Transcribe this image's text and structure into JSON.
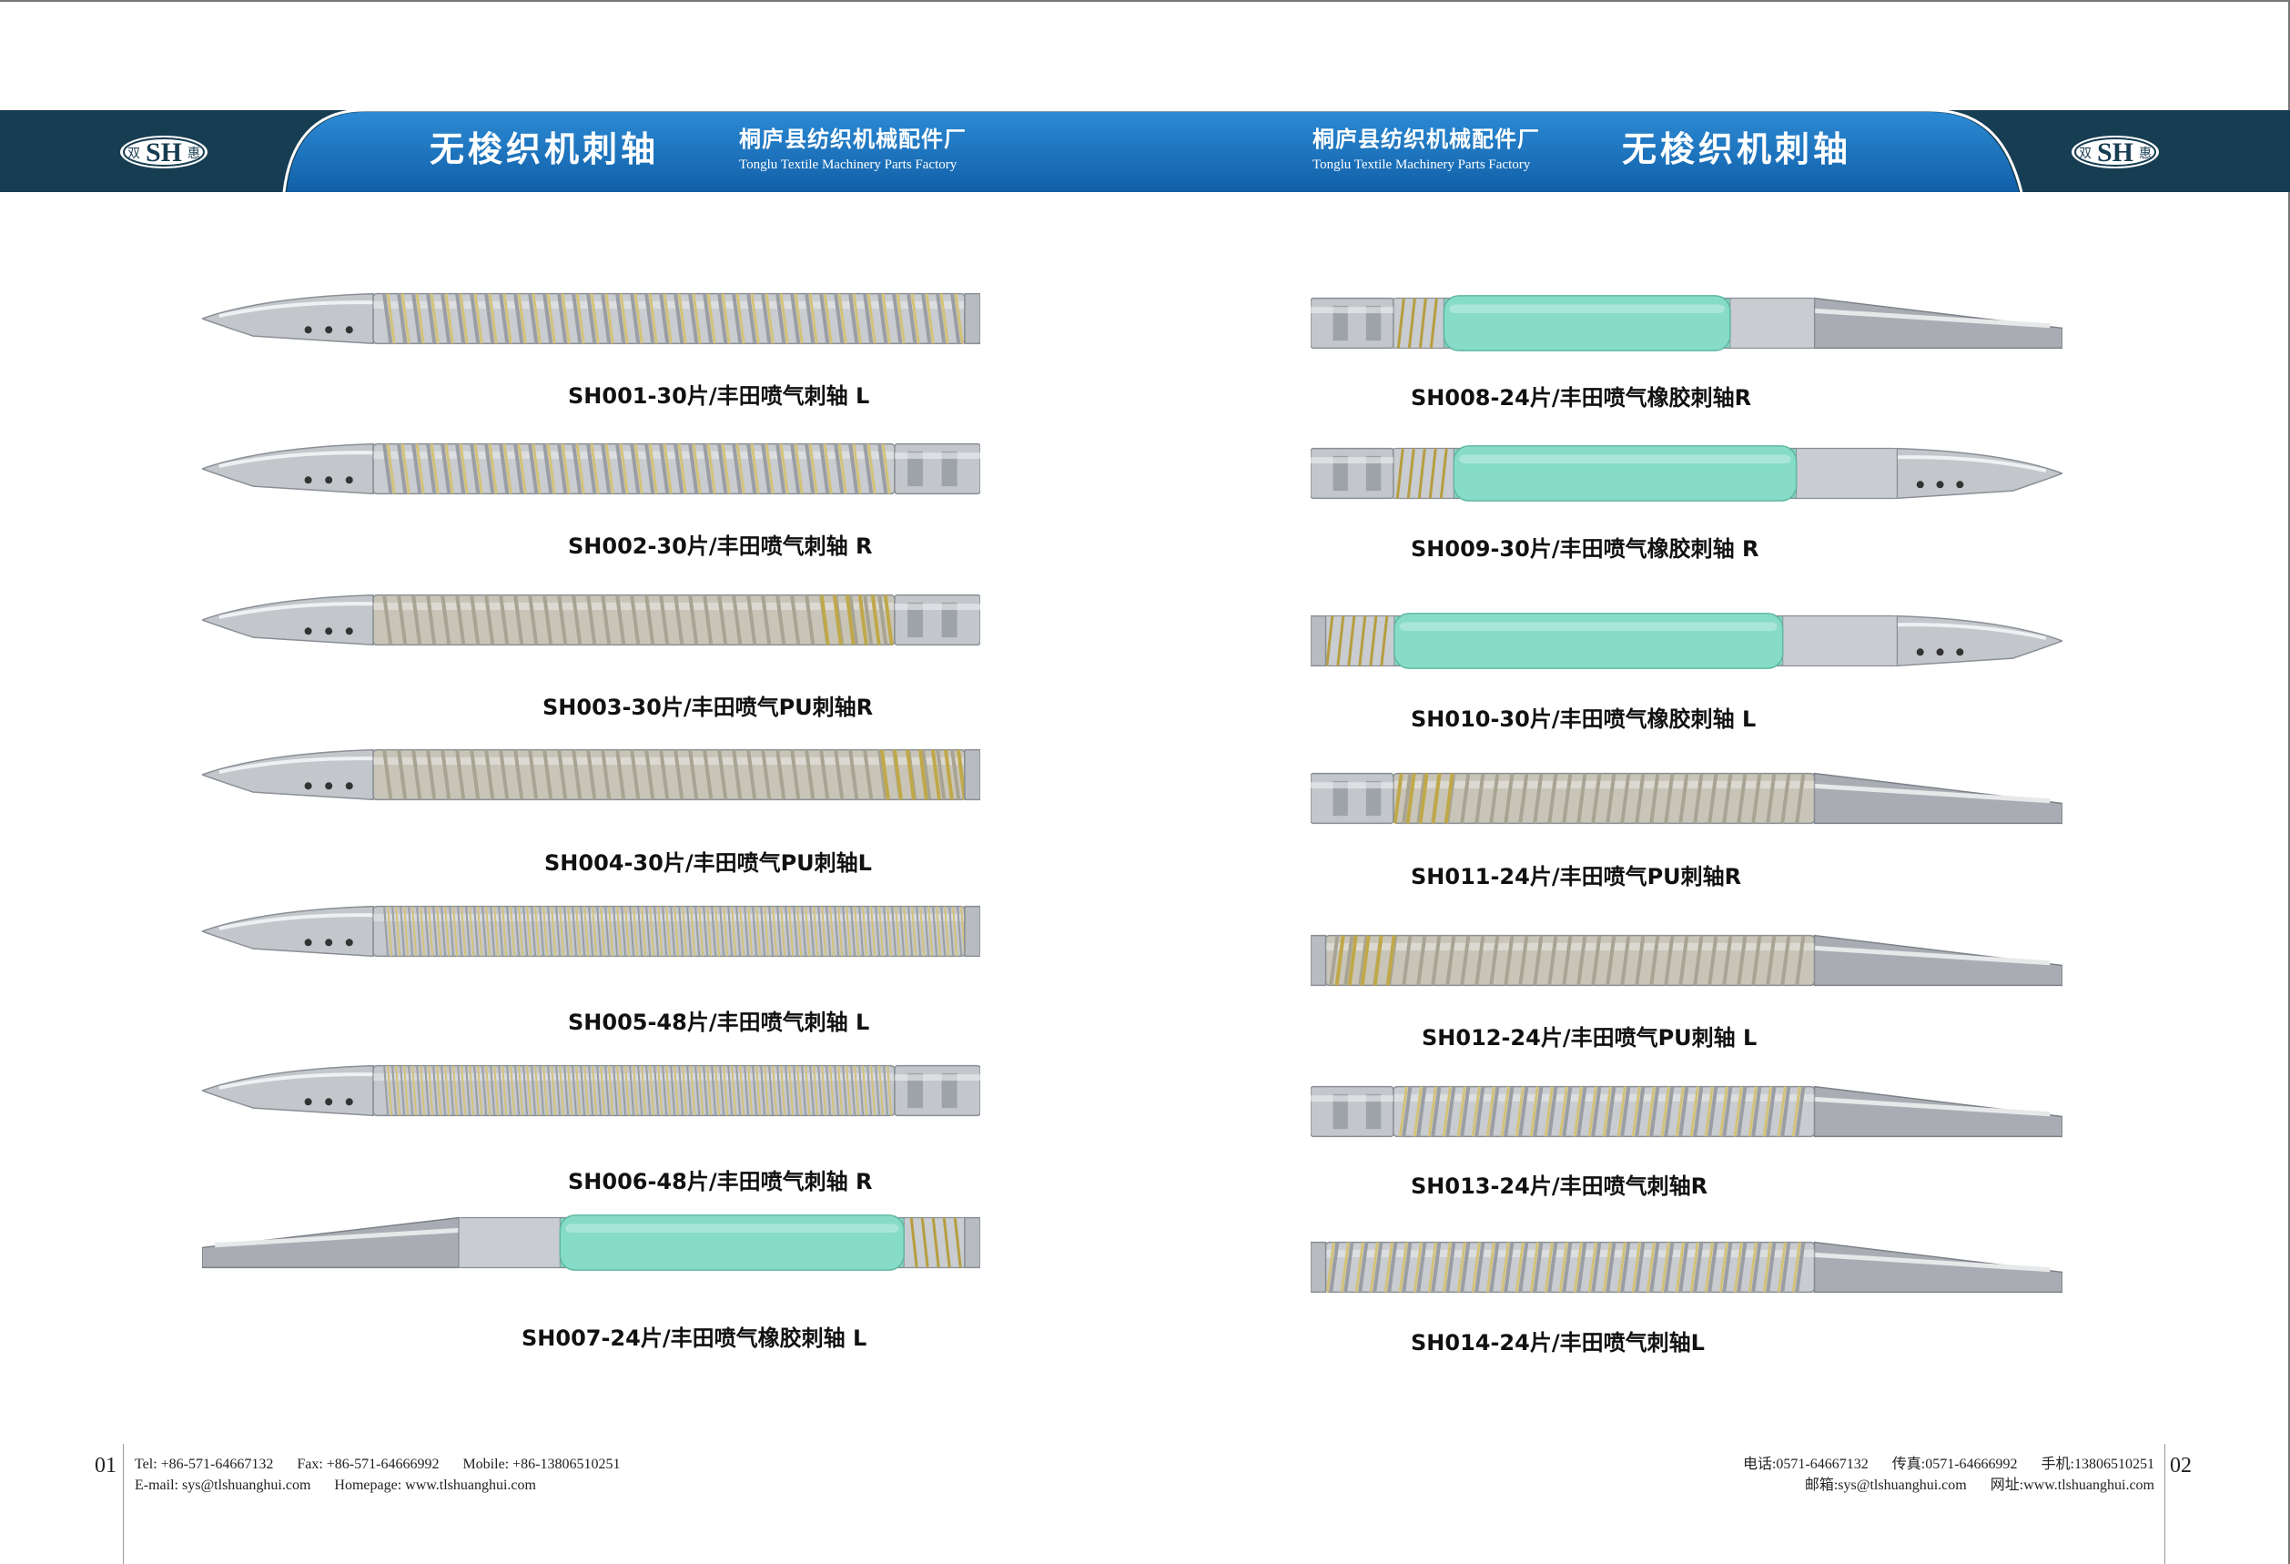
{
  "colors": {
    "header_dark": "#173d52",
    "header_blue": "#1f79c4",
    "rubber": "#7ed9c4",
    "pu": "#c8c5b8",
    "steel": "#c9ccd0",
    "brass": "#d4c27a"
  },
  "header": {
    "logo_text": "SH",
    "logo_left_char": "双",
    "logo_right_char": "惠",
    "title": "无梭织机刺轴",
    "factory_cn": "桐庐县纺织机械配件厂",
    "factory_en": "Tonglu Textile Machinery Parts Factory"
  },
  "left_page": {
    "page_number": "01",
    "footer": {
      "tel": "Tel: +86-571-64667132",
      "fax": "Fax: +86-571-64666992",
      "mobile": "Mobile: +86-13806510251",
      "email": "E-mail: sys@tlshuanghui.com",
      "homepage": "Homepage: www.tlshuanghui.com"
    },
    "products": [
      {
        "code": "SH001",
        "label": "-30片/丰田喷气刺轴 L",
        "tip": "bullet",
        "body": "brass",
        "end": "flat"
      },
      {
        "code": "SH002",
        "label": "-30片/丰田喷气刺轴 R",
        "tip": "bullet",
        "body": "brass",
        "end": "grooved"
      },
      {
        "code": "SH003",
        "label": "-30片/丰田喷气PU刺轴R",
        "tip": "bullet",
        "body": "pu",
        "end": "grooved"
      },
      {
        "code": "SH004",
        "label": "-30片/丰田喷气PU刺轴L",
        "tip": "bullet",
        "body": "pu",
        "end": "flat"
      },
      {
        "code": "SH005",
        "label": "-48片/丰田喷气刺轴 L",
        "tip": "bullet",
        "body": "fine",
        "end": "flat"
      },
      {
        "code": "SH006",
        "label": "-48片/丰田喷气刺轴 R",
        "tip": "bullet",
        "body": "fine",
        "end": "grooved"
      },
      {
        "code": "SH007",
        "label": "-24片/丰田喷气橡胶刺轴 L",
        "tip": "blade",
        "body": "rubber",
        "end": "flat"
      }
    ]
  },
  "right_page": {
    "page_number": "02",
    "footer": {
      "tel": "电话:0571-64667132",
      "fax": "传真:0571-64666992",
      "mobile": "手机:13806510251",
      "email": "邮箱:sys@tlshuanghui.com",
      "homepage": "网址:www.tlshuanghui.com"
    },
    "products": [
      {
        "code": "SH008",
        "label": "-24片/丰田喷气橡胶刺轴R",
        "tip": "blade",
        "body": "rubber",
        "end": "grooved"
      },
      {
        "code": "SH009",
        "label": "-30片/丰田喷气橡胶刺轴 R",
        "tip": "bullet",
        "body": "rubber",
        "end": "grooved"
      },
      {
        "code": "SH010",
        "label": "-30片/丰田喷气橡胶刺轴 L",
        "tip": "bullet",
        "body": "rubber",
        "end": "flat"
      },
      {
        "code": "SH011",
        "label": "-24片/丰田喷气PU刺轴R",
        "tip": "blade",
        "body": "pu",
        "end": "grooved"
      },
      {
        "code": "SH012",
        "label": "-24片/丰田喷气PU刺轴 L",
        "tip": "blade",
        "body": "pu",
        "end": "flat"
      },
      {
        "code": "SH013",
        "label": "-24片/丰田喷气刺轴R",
        "tip": "blade",
        "body": "brass",
        "end": "grooved"
      },
      {
        "code": "SH014",
        "label": "-24片/丰田喷气刺轴L",
        "tip": "blade",
        "body": "brass",
        "end": "flat"
      }
    ]
  }
}
